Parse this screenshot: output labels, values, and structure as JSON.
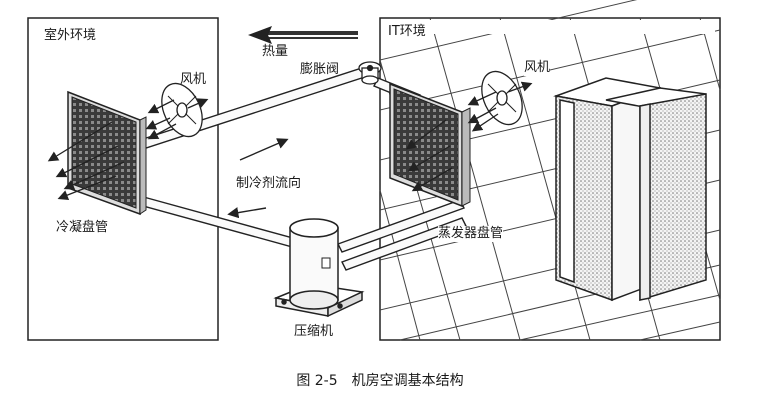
{
  "figure": {
    "caption": "图 2-5　机房空调基本结构"
  },
  "labels": {
    "outdoor_env": "室外环境",
    "it_env": "IT环境",
    "heat": "热量",
    "expansion_valve": "膨胀阀",
    "fan_left": "风机",
    "fan_right": "风机",
    "refrigerant_flow": "制冷剂流向",
    "condenser_coil": "冷凝盘管",
    "evaporator_coil": "蒸发器盘管",
    "compressor": "压缩机"
  }
}
